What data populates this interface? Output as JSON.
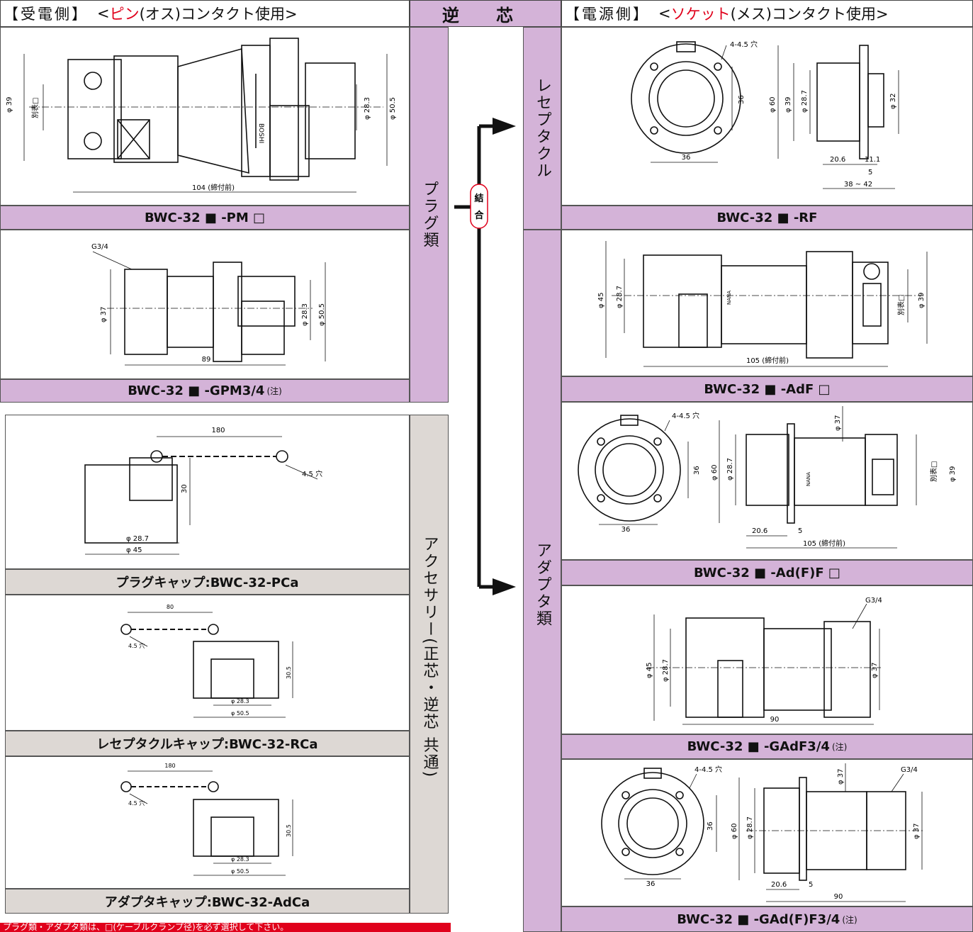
{
  "header": {
    "left_bracket": "【受電側】",
    "left_pre": "<",
    "left_red": "ピン",
    "left_post": "(オス)コンタクト使用>",
    "middle": "逆 芯",
    "right_bracket": "【電源側】",
    "right_pre": "<",
    "right_red": "ソケット",
    "right_post": "(メス)コンタクト使用>"
  },
  "bands": {
    "plug": "プラグ類",
    "accessory": "アクセサリー(正芯・逆芯 共通)",
    "receptacle": "レセプタクル",
    "adapter": "アダプタ類"
  },
  "join": {
    "c1": "結",
    "c2": "合"
  },
  "note_mark": "(注)",
  "captions": {
    "pm": "BWC-32 ■ -PM □",
    "gpm": "BWC-32 ■ -GPM3/4",
    "pca": "プラグキャップ:BWC-32-PCa",
    "rca": "レセプタクルキャップ:BWC-32-RCa",
    "adca": "アダプタキャップ:BWC-32-AdCa",
    "rf": "BWC-32 ■ -RF",
    "adf": "BWC-32 ■ -AdF □",
    "adff": "BWC-32 ■ -Ad(F)F □",
    "gadf": "BWC-32 ■ -GAdF3/4",
    "gadff": "BWC-32 ■ -GAd(F)F3/4"
  },
  "dims": {
    "pm": {
      "d1": "φ 39",
      "d2": "別表□",
      "d3": "φ 28.3",
      "d4": "φ 50.5",
      "len": "104 (締付前)",
      "brand": "BOSHI"
    },
    "gpm": {
      "g": "G3/4",
      "d1": "φ 37",
      "d2": "φ 28.3",
      "d3": "φ 50.5",
      "len": "89"
    },
    "pca": {
      "len": "180",
      "hole": "4.5 穴",
      "h": "30",
      "d1": "φ 28.7",
      "d2": "φ 45"
    },
    "rca": {
      "len": "80",
      "hole": "4.5 穴",
      "h": "30.5",
      "d1": "φ 28.3",
      "d2": "φ 50.5"
    },
    "adca": {
      "len": "180",
      "hole": "4.5 穴",
      "h": "30.5",
      "d1": "φ 28.3",
      "d2": "φ 50.5"
    },
    "rf": {
      "holes": "4-4.5 穴",
      "sq": "36",
      "w": "36",
      "d1": "φ 60",
      "d2": "φ 39",
      "d3": "φ 28.7",
      "d4": "φ 32",
      "a": "20.6",
      "b": "11.1",
      "c": "5",
      "range": "38 ~ 42"
    },
    "adf": {
      "d1": "φ 45",
      "d2": "φ 28.7",
      "d3": "別表□",
      "d4": "φ 39",
      "len": "105 (締付前)",
      "brand": "NANA"
    },
    "adff": {
      "holes": "4-4.5 穴",
      "sq": "36",
      "w": "36",
      "d1": "φ 60",
      "d2": "φ 28.7",
      "d3": "φ 37",
      "d4": "別表□",
      "d5": "φ 39",
      "a": "20.6",
      "b": "5",
      "len": "105 (締付前)",
      "brand": "NANA"
    },
    "gadf": {
      "g": "G3/4",
      "d1": "φ 45",
      "d2": "φ 28.7",
      "d3": "φ 37",
      "len": "90"
    },
    "gadff": {
      "holes": "4-4.5 穴",
      "sq": "36",
      "w": "36",
      "d1": "φ 60",
      "d2": "φ 28.7",
      "d3": "φ 37",
      "g": "G3/4",
      "d4": "φ 37",
      "a": "20.6",
      "b": "5",
      "len": "90"
    }
  },
  "footer_note": "プラグ類・アダプタ類は、□(ケーブルクランプ径)を必ず選択して下さい。"
}
